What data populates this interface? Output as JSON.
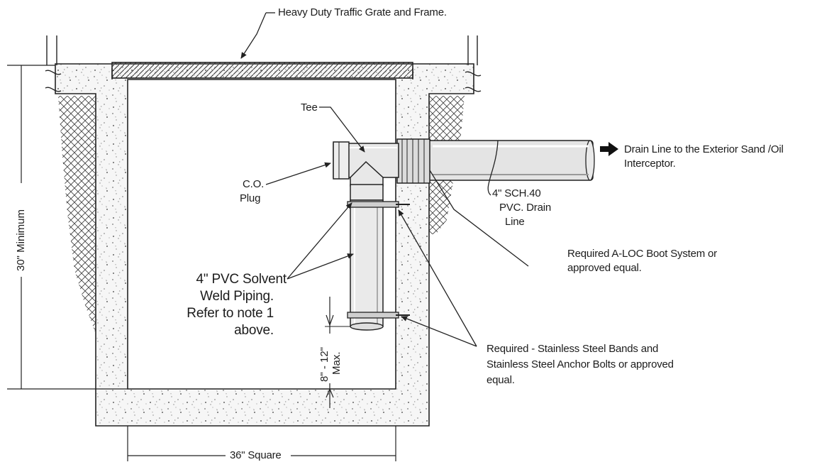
{
  "labels": {
    "grate": "Heavy Duty Traffic Grate and Frame.",
    "tee": "Tee",
    "co_line1": "C.O.",
    "co_line2": "Plug",
    "drain_line1": "Drain Line to the Exterior Sand /Oil",
    "drain_line2": "Interceptor.",
    "sch_line1": "4\" SCH.40",
    "sch_line2": "PVC. Drain",
    "sch_line3": "Line",
    "boot_line1": "Required  A-LOC Boot System or",
    "boot_line2": "approved equal.",
    "pvc_line1": "4\" PVC Solvent",
    "pvc_line2": "Weld Piping.",
    "pvc_line3": "Refer to note 1",
    "pvc_line4": "above.",
    "bands_line1": "Required - Stainless Steel Bands and",
    "bands_line2": "Stainless Steel Anchor Bolts or approved",
    "bands_line3": "equal.",
    "depth": "30\" Minimum",
    "width": "36\" Square",
    "clearance_line1": "8\" - 12\"",
    "clearance_line2": "Max."
  },
  "colors": {
    "line": "#222222",
    "concrete": "#f4f4f4",
    "pipe": "#e6e6e6"
  }
}
